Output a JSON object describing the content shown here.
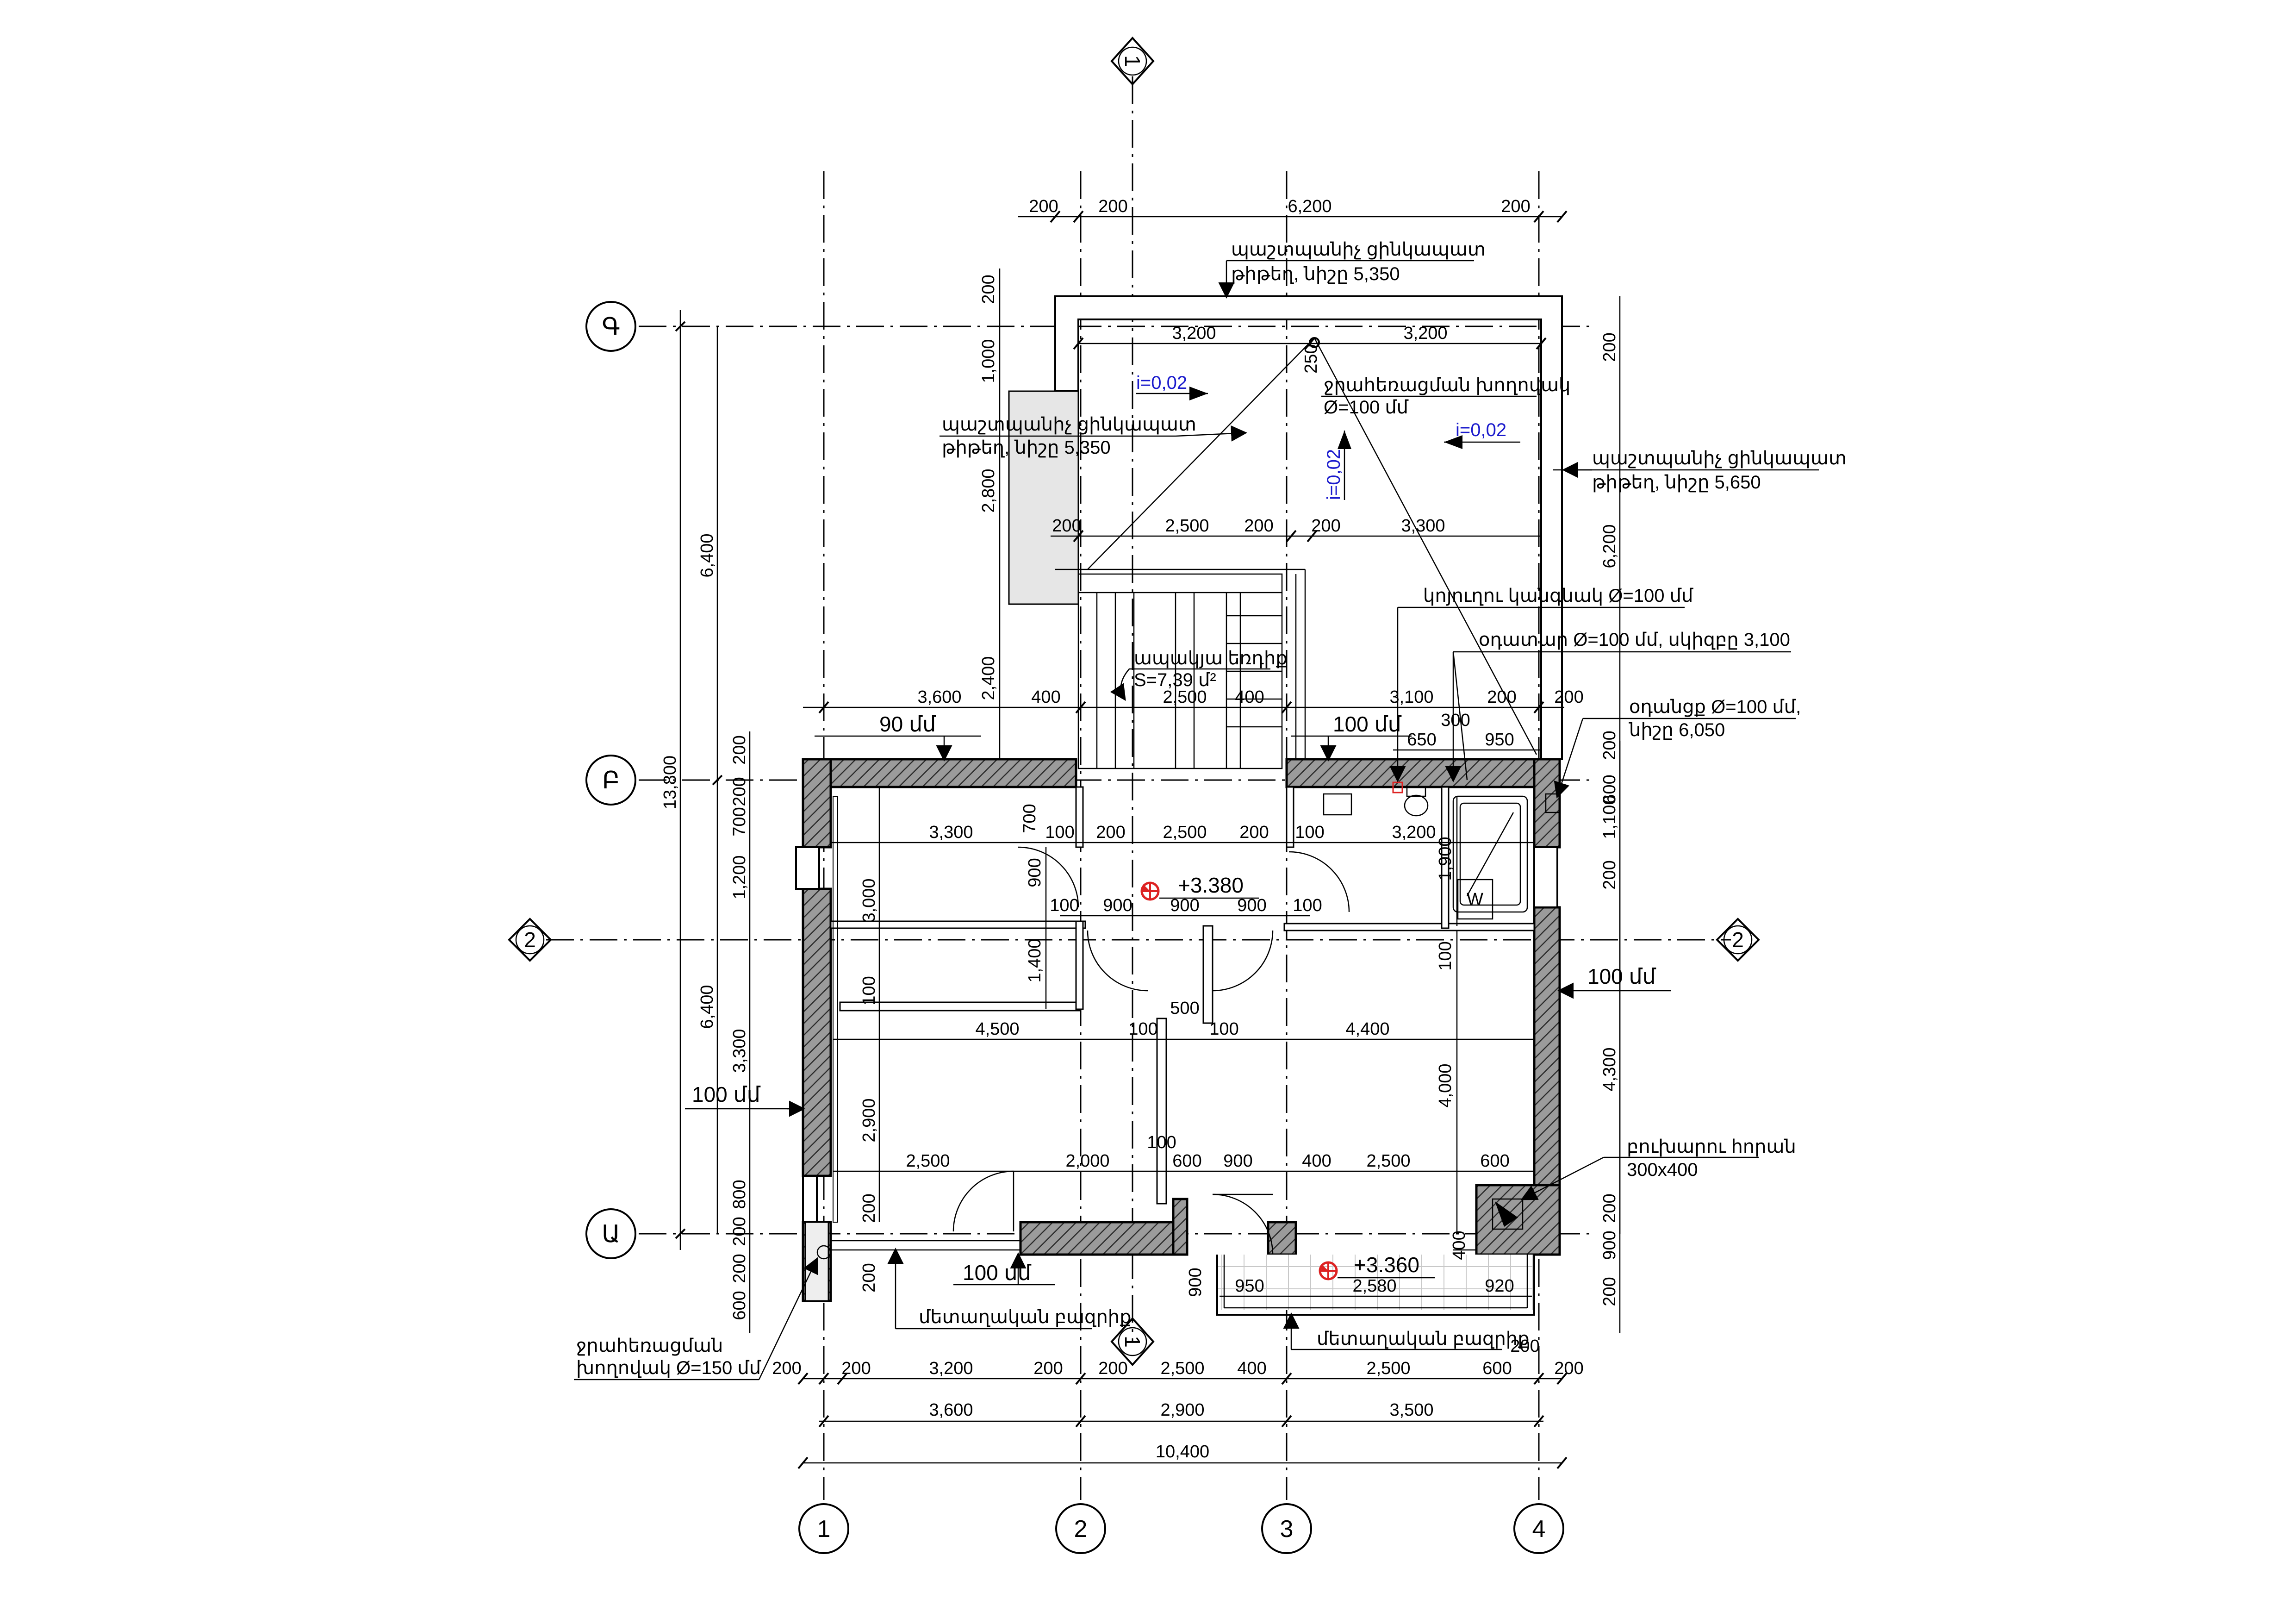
{
  "axes": {
    "cols": [
      "1",
      "2",
      "3",
      "4"
    ],
    "rows": [
      "Ա",
      "Բ",
      "Գ"
    ],
    "sec1": "1",
    "sec2": "2"
  },
  "dims": {
    "top": [
      "200",
      "200",
      "6,200",
      "200"
    ],
    "upper1": [
      "3,200",
      "3,200"
    ],
    "upper2": [
      "200",
      "2,500",
      "200",
      "200",
      "3,300"
    ],
    "mid": [
      "3,600",
      "400",
      "2,500",
      "400",
      "3,100",
      "200",
      "200"
    ],
    "mid2": [
      "650",
      "300",
      "950"
    ],
    "room1": [
      "3,300",
      "700",
      "100",
      "200",
      "2,500",
      "200",
      "100",
      "3,200"
    ],
    "room2": [
      "100",
      "900",
      "900",
      "900",
      "100"
    ],
    "room3": [
      "4,500",
      "100",
      "500",
      "100",
      "4,400"
    ],
    "room4": [
      "2,500",
      "2,000",
      "100",
      "600",
      "900",
      "400",
      "2,500",
      "600"
    ],
    "bottom1": [
      "200",
      "200",
      "3,200",
      "200",
      "200",
      "2,500",
      "400",
      "2,500",
      "600",
      "200",
      "200"
    ],
    "bottom2": [
      "3,600",
      "2,900",
      "3,500"
    ],
    "bottom3": "10,400",
    "balcony": [
      "950",
      "2,580",
      "920"
    ],
    "left1": [
      "13,800"
    ],
    "left2": [
      "6,400",
      "6,400"
    ],
    "left3": [
      "200",
      "200",
      "700",
      "1,200",
      "3,300",
      "800",
      "200",
      "200",
      "600"
    ],
    "leftUpper": [
      "200",
      "1,000",
      "2,800",
      "2,400"
    ],
    "inner": [
      "3,000",
      "100",
      "2,900",
      "900",
      "1,400",
      "200",
      "200",
      "1,900",
      "100",
      "4,000",
      "400",
      "900",
      "250"
    ],
    "right1": [
      "6,200",
      "4,300"
    ],
    "right2": [
      "200",
      "200",
      "600",
      "1,100",
      "200",
      "200",
      "900",
      "200"
    ]
  },
  "levels": {
    "main": "+3.380",
    "balcony": "+3.360"
  },
  "slopes": [
    "i=0,02",
    "i=0,02",
    "i=0,02"
  ],
  "labels": {
    "parapet1a": "պաշտպանիչ ցինկապատ",
    "parapet1b": "թիթեղ, նիշը 5,350",
    "parapet2a": "պաշտպանիչ ցինկապատ",
    "parapet2b": "թիթեղ, նիշը 5,350",
    "parapet3a": "պաշտպանիչ ցինկապատ",
    "parapet3b": "թիթեղ, նիշը 5,650",
    "drainA": "ջրահեռացման խողովակ",
    "drainB": "Ø=100 մմ",
    "sewer": "կոյուղու կանգնակ Ø=100 մմ",
    "vent1": "օդատար Ø=100 մմ, սկիզբը 3,100",
    "vent2a": "օդանցք Ø=100 մմ,",
    "vent2b": "նիշը 6,050",
    "terraceA": "ապակյա եռդիք",
    "terraceB": "S=7,39 մ²",
    "ins90": "90 մմ",
    "ins100a": "100 մմ",
    "ins100b": "100 մմ",
    "ins100c": "100 մմ",
    "ins100d": "100 մմ",
    "chimneyA": "բուխարու հորան",
    "chimneyB": "300x400",
    "railing1": "մետաղական բազրիք",
    "railing2": "մետաղական բազրիք",
    "drain2a": "ջրահեռացման",
    "drain2b": "խողովակ Ø=150 մմ",
    "wm": "W"
  }
}
